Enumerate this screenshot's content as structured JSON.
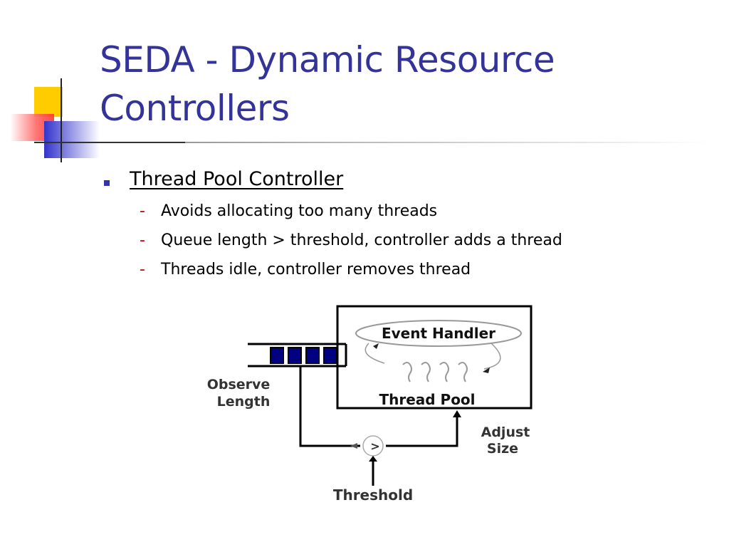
{
  "slide": {
    "title_line1": "SEDA - Dynamic Resource",
    "title_line2": "Controllers",
    "bullet": "Thread Pool Controller",
    "subbullets": [
      "Avoids allocating too many threads",
      "Queue length > threshold, controller adds a thread",
      "Threads idle, controller removes thread"
    ],
    "sub_marker": "-"
  },
  "diagram": {
    "event_handler": "Event Handler",
    "thread_pool": "Thread Pool",
    "observe": "Observe",
    "length": "Length",
    "adjust": "Adjust",
    "size": "Size",
    "compare": ">",
    "threshold": "Threshold",
    "queue_slots": 4
  },
  "colors": {
    "title": "#333399",
    "bullet": "#3333aa",
    "dash": "#cc0000",
    "queue": "#000080"
  }
}
